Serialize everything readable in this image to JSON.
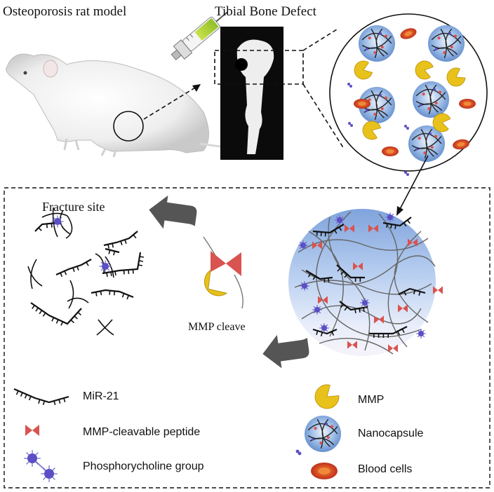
{
  "labels": {
    "rat_model": "Osteoporosis rat model",
    "bone_defect": "Tibial Bone Defect",
    "fracture_site": "Fracture site",
    "mmp_cleave": "MMP cleave"
  },
  "legend": {
    "mir21": "MiR-21",
    "peptide": "MMP-cleavable peptide",
    "phosphorylcholine": "Phosphorycholine group",
    "mmp": "MMP",
    "nanocapsule": "Nanocapsule",
    "blood_cells": "Blood cells"
  },
  "colors": {
    "mmp_yellow": "#e8c21a",
    "peptide_red": "#d9534f",
    "phospho_purple": "#5a4fc4",
    "blood_red": "#c8321e",
    "blood_orange": "#f08a3a",
    "nano_blue": "#7fa6de",
    "arrow_gray": "#5a5a5a"
  }
}
